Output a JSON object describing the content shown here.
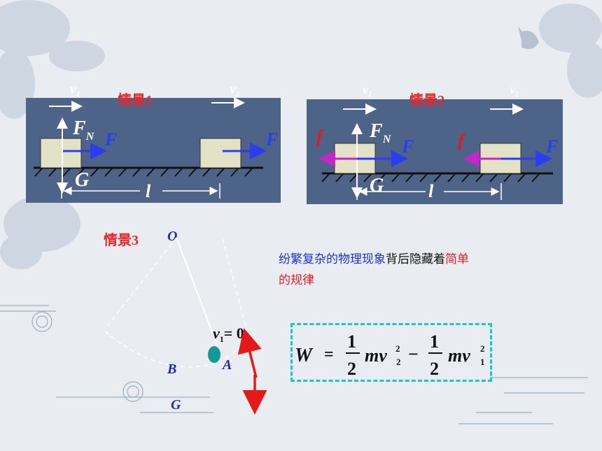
{
  "scene1": {
    "title": "情景1",
    "v1": "v",
    "v1_sub": "1",
    "v2": "v",
    "v2_sub": "2",
    "fn": "F",
    "fn_sub": "N",
    "f_force": "F",
    "g": "G",
    "l": "l"
  },
  "scene2": {
    "title": "情景2",
    "v1": "v",
    "v1_sub": "1",
    "v2": "v",
    "v2_sub": "2",
    "fn": "F",
    "fn_sub": "N",
    "f_force": "F",
    "friction": "f",
    "g": "G",
    "l": "l"
  },
  "scene3": {
    "title": "情景3",
    "o": "O",
    "a": "A",
    "b": "B",
    "g": "G",
    "v1": "v",
    "v1_sub": "1",
    "v1_value": "= 0"
  },
  "law": {
    "part1": "纷繁复杂的物理现象",
    "part2": "背后隐藏着",
    "part3": "简单",
    "part4": "的规律"
  },
  "formula": {
    "w": "W",
    "eq": "=",
    "one": "1",
    "two": "2",
    "mv": "mv",
    "sup": "2",
    "sub2": "2",
    "sub1": "1",
    "minus": "−"
  },
  "colors": {
    "panel": "#4d6488",
    "red": "#e8282a",
    "blue_force": "#2c3cf0",
    "magenta_friction": "#c028c8",
    "formula_border": "#12c6d6"
  }
}
